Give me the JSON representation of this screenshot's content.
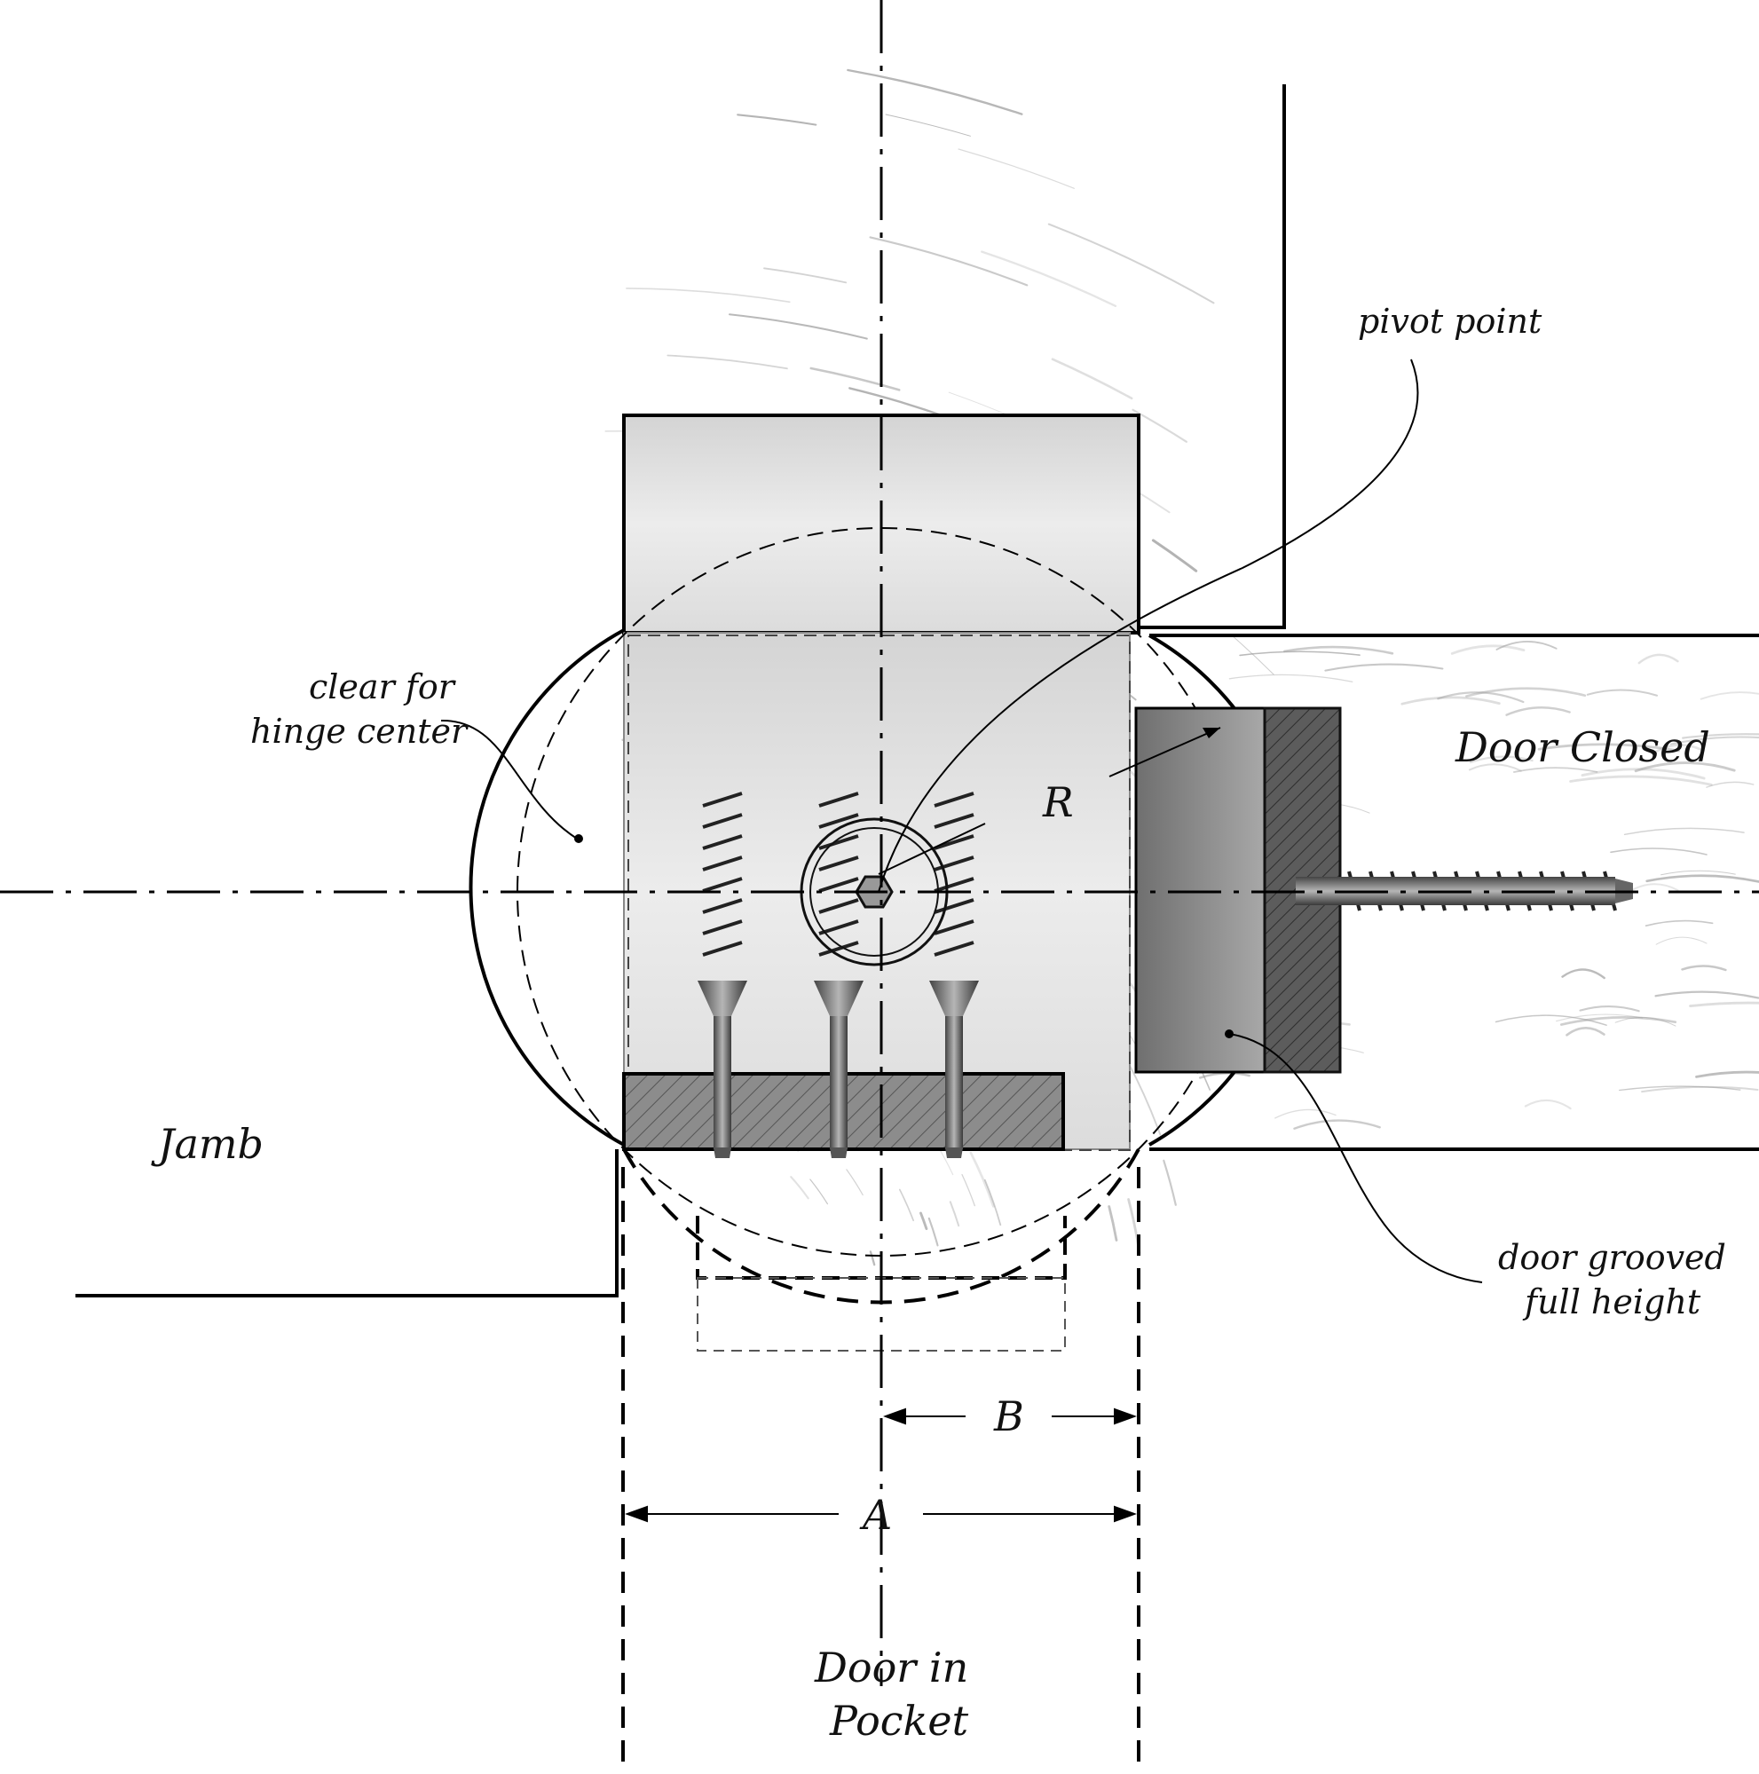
{
  "labels": {
    "pivot_point": "pivot point",
    "clear_line1": "clear for",
    "clear_line2": "hinge center",
    "door_closed": "Door Closed",
    "radius": "R",
    "jamb": "Jamb",
    "grooved_line1": "door grooved",
    "grooved_line2": "full height",
    "dim_b": "B",
    "dim_a": "A",
    "pocket_line1": "Door in",
    "pocket_line2": "Pocket"
  }
}
